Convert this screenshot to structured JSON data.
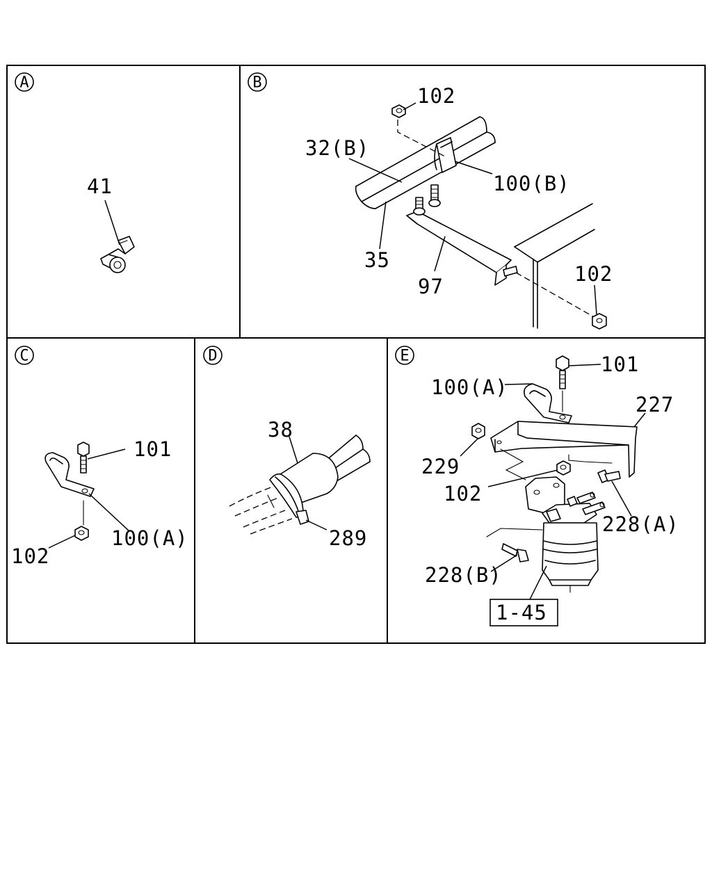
{
  "panels": {
    "a": {
      "tag": "A",
      "labels": {
        "p41": "41"
      }
    },
    "b": {
      "tag": "B",
      "labels": {
        "p102_top": "102",
        "p32b": "32(B)",
        "p100b": "100(B)",
        "p35": "35",
        "p97": "97",
        "p102_right": "102"
      }
    },
    "c": {
      "tag": "C",
      "labels": {
        "p101": "101",
        "p100a": "100(A)",
        "p102": "102"
      }
    },
    "d": {
      "tag": "D",
      "labels": {
        "p38": "38",
        "p289": "289"
      }
    },
    "e": {
      "tag": "E",
      "labels": {
        "p101": "101",
        "p100a": "100(A)",
        "p227": "227",
        "p229": "229",
        "p102": "102",
        "p228a": "228(A)",
        "p228b": "228(B)",
        "ref": "1-45"
      }
    }
  }
}
